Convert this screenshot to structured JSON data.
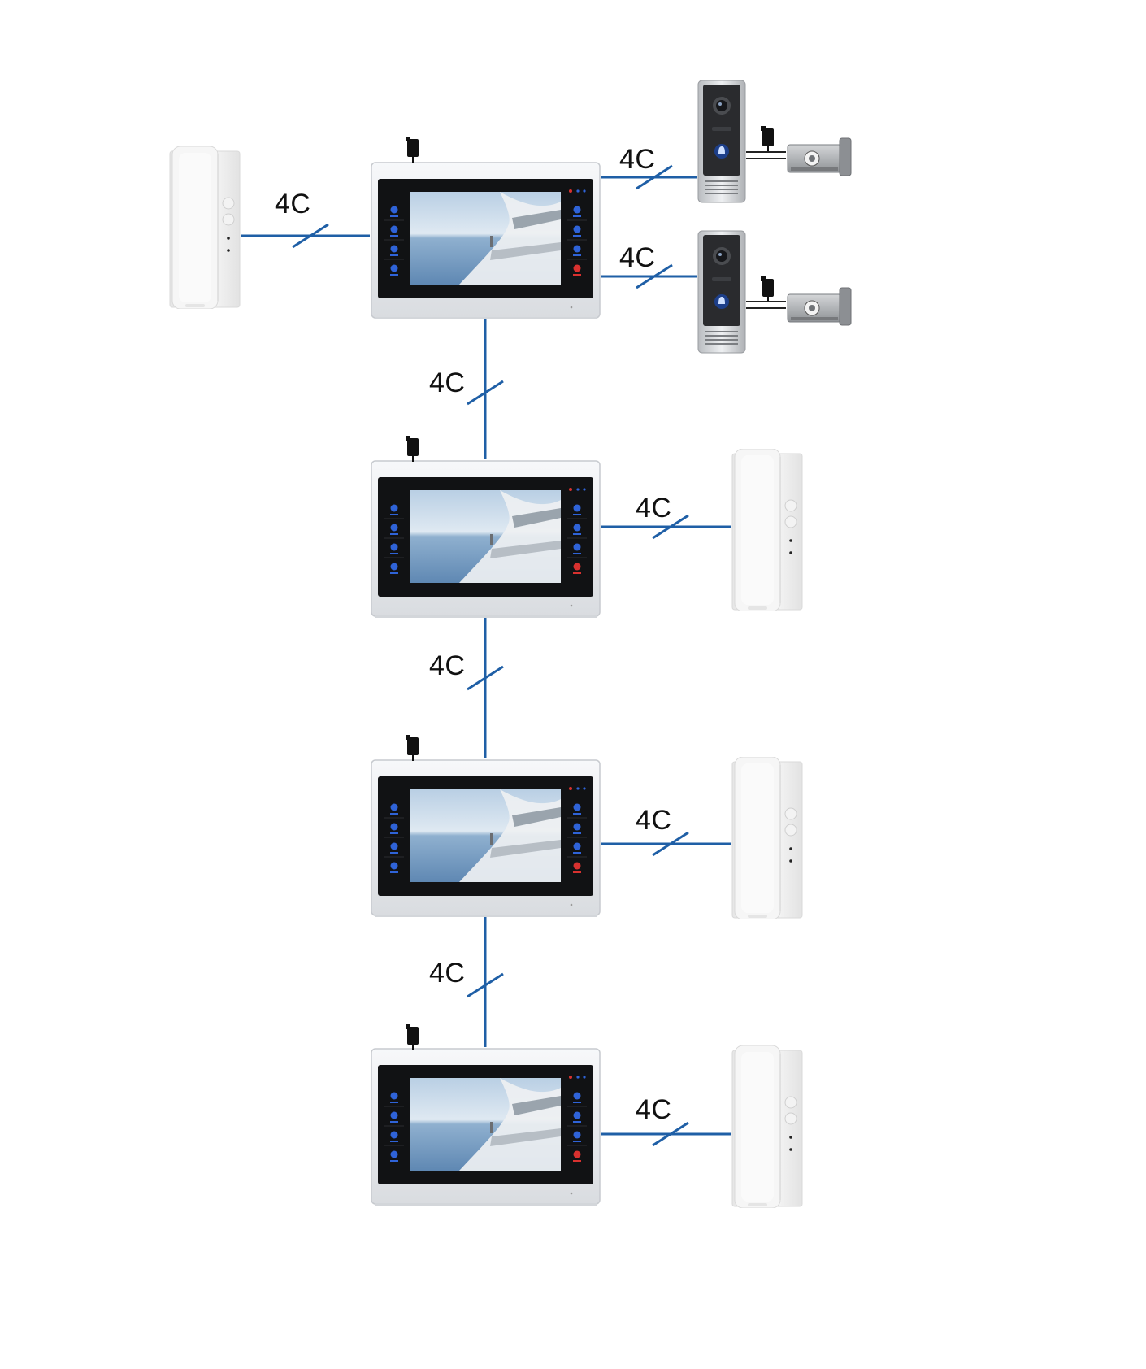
{
  "wire_label": "4C",
  "colors": {
    "wire": "#1f5fa6",
    "monitor_frame": "#e9ebee",
    "monitor_bezel": "#111214",
    "handset_body": "#f2f2f2",
    "doorbell_body": "#2a2b2e",
    "accent_blue": "#2f63d8",
    "accent_red": "#d8312f"
  },
  "icons": {
    "monitor": "video-intercom-monitor",
    "handset": "intercom-handset",
    "doorbell": "doorbell-camera",
    "lock": "electric-lock",
    "adapter": "power-adapter"
  },
  "connections": [
    {
      "from": "monitor-1",
      "to": "handset-1",
      "label": "4C"
    },
    {
      "from": "monitor-1",
      "to": "doorbell-1",
      "label": "4C"
    },
    {
      "from": "monitor-1",
      "to": "doorbell-2",
      "label": "4C"
    },
    {
      "from": "monitor-1",
      "to": "monitor-2",
      "label": "4C"
    },
    {
      "from": "monitor-2",
      "to": "handset-2",
      "label": "4C"
    },
    {
      "from": "monitor-2",
      "to": "monitor-3",
      "label": "4C"
    },
    {
      "from": "monitor-3",
      "to": "handset-3",
      "label": "4C"
    },
    {
      "from": "monitor-3",
      "to": "monitor-4",
      "label": "4C"
    },
    {
      "from": "monitor-4",
      "to": "handset-4",
      "label": "4C"
    }
  ]
}
